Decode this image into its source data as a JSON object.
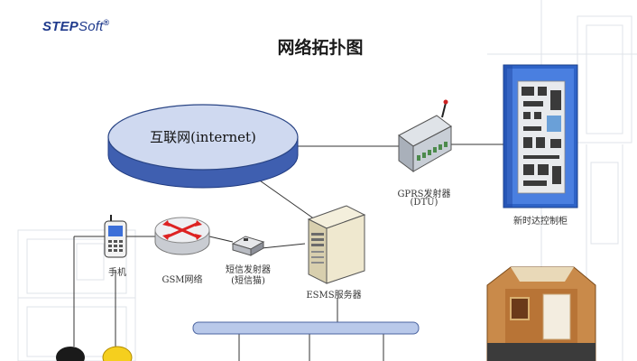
{
  "logo": {
    "brand_bold": "STEP",
    "brand_rest": "Soft",
    "mark": "®"
  },
  "title": "网络拓扑图",
  "nodes": {
    "internet": "互联网(internet)",
    "dtu_name": "GPRS发射器",
    "dtu_sub": "(DTU)",
    "cabinet": "新时达控制柜",
    "phone": "手机",
    "gsm": "GSM网络",
    "sms_name": "短信发射器",
    "sms_sub": "(短信猫)",
    "server": "ESMS服务器"
  },
  "colors": {
    "cloud_top": "#cfd9f0",
    "cloud_side": "#3f5fb0",
    "bus": "#b9c9ea",
    "line": "#333333",
    "router": "#dd2222",
    "title_text": "#1a1a1a",
    "logo": "#1f3a8c"
  },
  "icons": [
    "phone-icon",
    "router-icon",
    "modem-icon",
    "server-icon",
    "dtu-icon",
    "cabinet-icon",
    "elevator-icon",
    "helmet-icon",
    "user-icon"
  ]
}
